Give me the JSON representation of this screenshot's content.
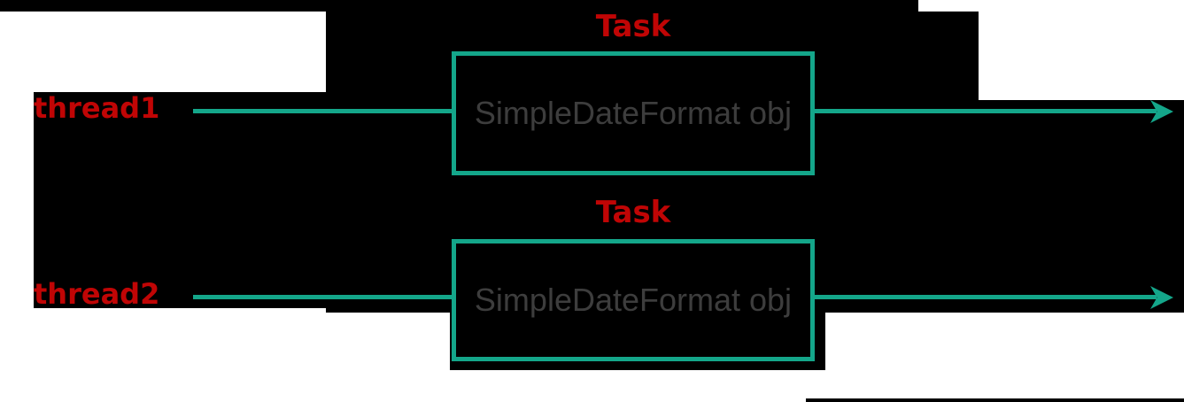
{
  "diagram": {
    "description": "Two threads sharing SimpleDateFormat objects per task",
    "colors": {
      "connector_teal": "#14A68A",
      "label_red": "#C00505",
      "box_text_gray": "#3D3D3D",
      "background_black": "#000000",
      "background_white": "#FFFFFF"
    },
    "rows": [
      {
        "thread_label": "thread1",
        "task_label": "Task",
        "box_label": "SimpleDateFormat obj"
      },
      {
        "thread_label": "thread2",
        "task_label": "Task",
        "box_label": "SimpleDateFormat obj"
      }
    ]
  }
}
